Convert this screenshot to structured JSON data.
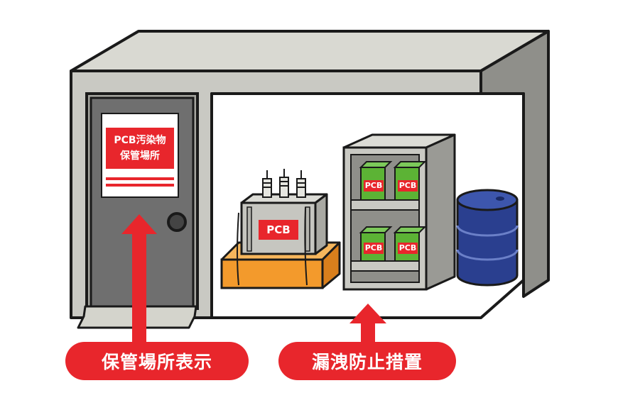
{
  "sign": {
    "line1": "PCB汚染物",
    "line2": "保管場所"
  },
  "transformer": {
    "label": "PCB"
  },
  "boxes": [
    "PCB",
    "PCB",
    "PCB",
    "PCB"
  ],
  "labels": {
    "storage_sign": "保管場所表示",
    "leak_prevention": "漏洩防止措置"
  },
  "colors": {
    "red": "#e8262c",
    "green": "#5cb335",
    "orange": "#f39a2c",
    "drum_blue": "#2a3f8f",
    "wall_gray": "#c9c9c3",
    "door_gray": "#6f6f6f"
  }
}
